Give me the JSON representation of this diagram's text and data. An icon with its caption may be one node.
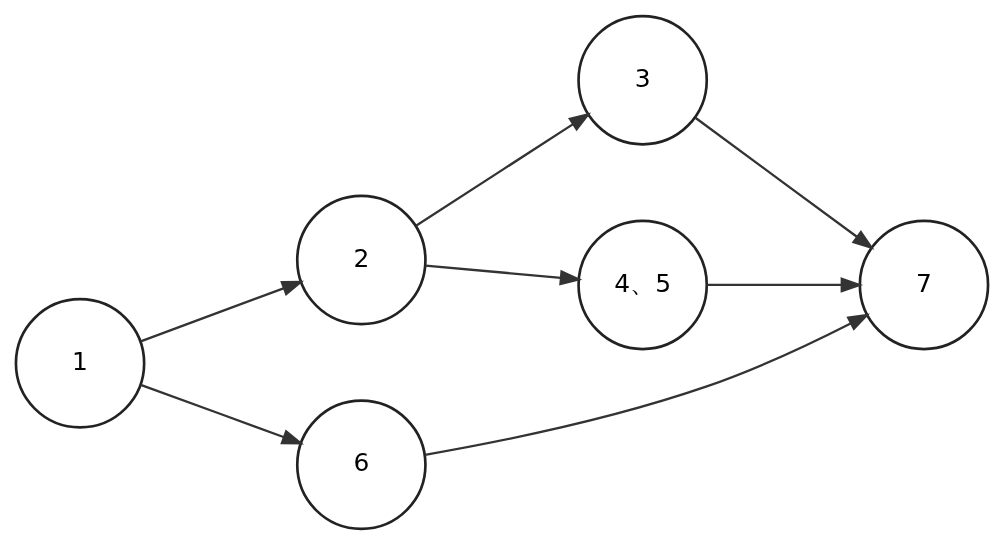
{
  "diagram": {
    "nodes": [
      {
        "text": [
          "1"
        ]
      },
      {
        "text": [
          "2"
        ]
      },
      {
        "text": [
          "3"
        ]
      },
      {
        "text": [
          "4、5"
        ]
      },
      {
        "text": [
          "6"
        ]
      },
      {
        "text": [
          "7"
        ]
      }
    ],
    "edges": [
      {
        "from": 0,
        "to": 1,
        "arrow": "to"
      },
      {
        "from": 0,
        "to": 4,
        "arrow": "to"
      },
      {
        "from": 1,
        "to": 2,
        "arrow": "to"
      },
      {
        "from": 1,
        "to": 3,
        "arrow": "to"
      },
      {
        "from": 2,
        "to": 5,
        "arrow": "to"
      },
      {
        "from": 3,
        "to": 5,
        "arrow": "to"
      },
      {
        "from": 4,
        "to": 5,
        "arrow": "to"
      }
    ]
  }
}
